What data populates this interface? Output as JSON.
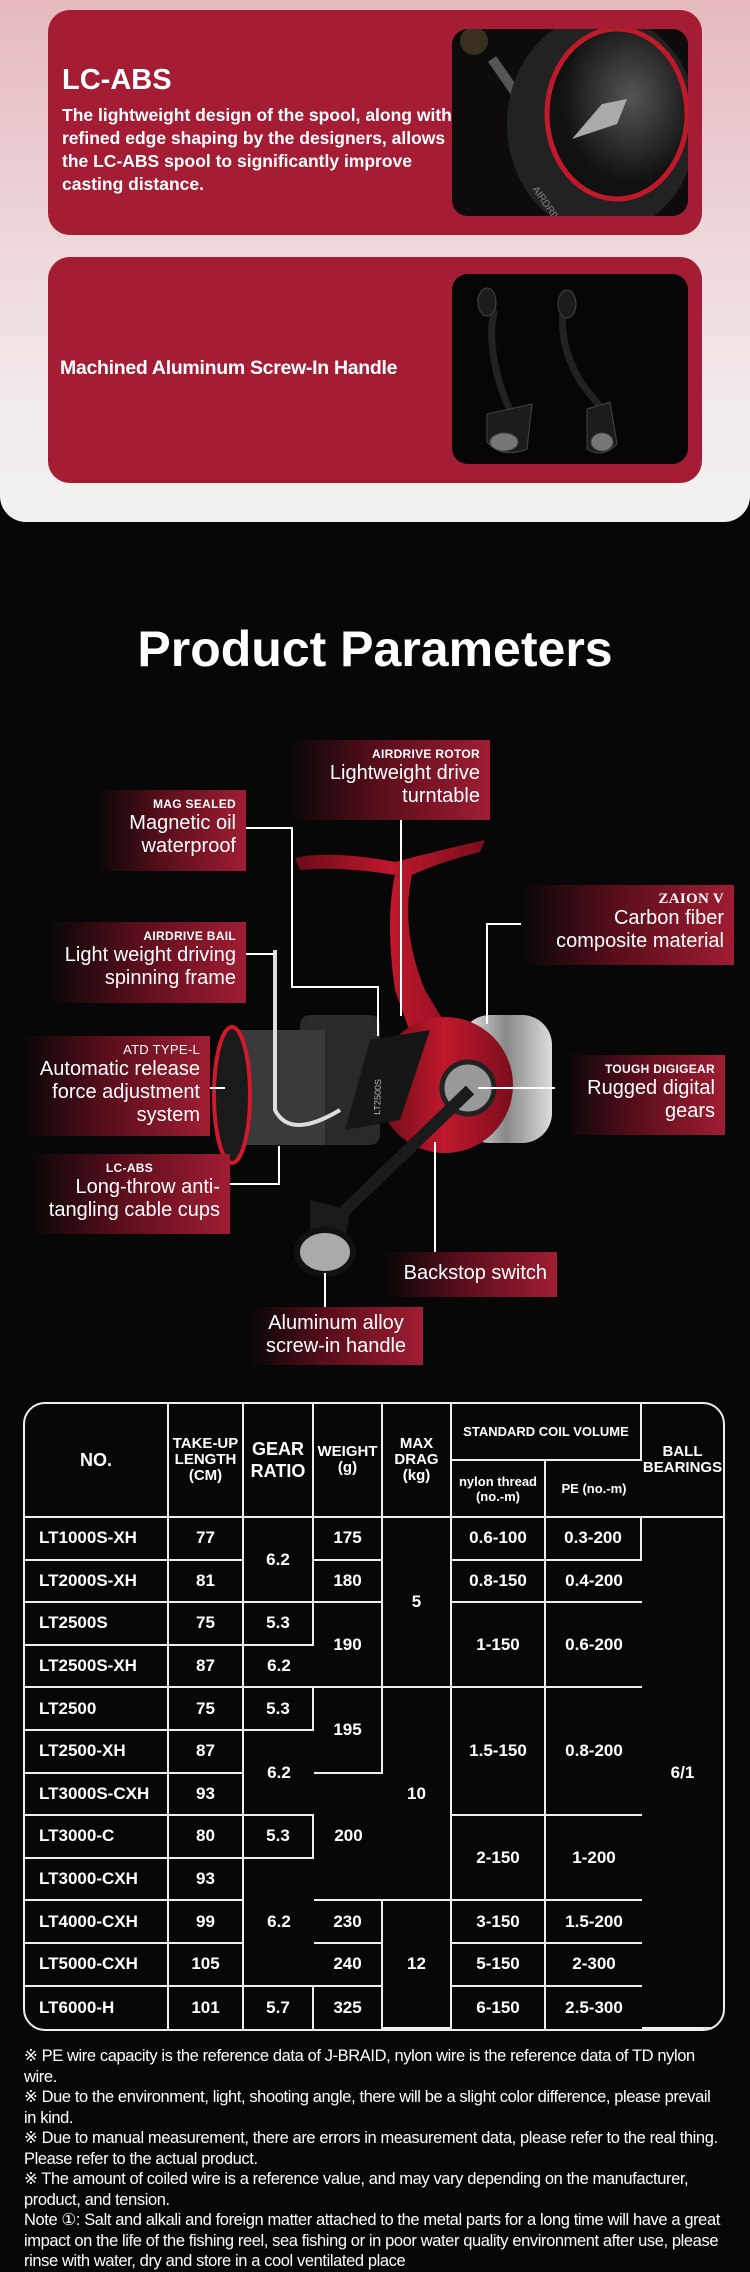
{
  "features": [
    {
      "title": "LC-ABS",
      "description": "The lightweight design of the spool, along with refined edge shaping by the designers, allows the LC-ABS spool to significantly improve casting distance.",
      "image_text": "AIRDRIVE DESIGN"
    },
    {
      "title": "Machined Aluminum Screw-In Handle"
    }
  ],
  "params_title": "Product Parameters",
  "callouts": {
    "rotor": {
      "label": "AIRDRIVE ROTOR",
      "text": "Lightweight drive turntable"
    },
    "mag": {
      "label": "MAG SEALED",
      "text": "Magnetic oil waterproof"
    },
    "zaion": {
      "label": "ZAION V",
      "text": "Carbon fiber composite material"
    },
    "bail": {
      "label": "AIRDRIVE BAIL",
      "text": "Light weight driving spinning frame"
    },
    "atd": {
      "label": "ATD TYPE-L",
      "text": "Automatic release force adjustment system"
    },
    "digigear": {
      "label": "TOUGH DIGIGEAR",
      "text": "Rugged digital gears"
    },
    "lcabs": {
      "label": "LC-ABS",
      "text": "Long-throw anti-tangling cable cups"
    },
    "backstop": {
      "text": "Backstop switch"
    },
    "handle": {
      "text": "Aluminum alloy screw-in handle"
    }
  },
  "reel_model_text": "LT2500S",
  "table": {
    "headers": {
      "no": "NO.",
      "takeup": "TAKE-UP LENGTH (CM)",
      "gear": "GEAR RATIO",
      "weight": "WEIGHT (g)",
      "drag": "MAX DRAG (kg)",
      "coil": "STANDARD COIL VOLUME",
      "nylon": "nylon thread (no.-m)",
      "pe": "PE (no.-m)",
      "ball": "BALL BEARINGS"
    },
    "models": [
      "LT1000S-XH",
      "LT2000S-XH",
      "LT2500S",
      "LT2500S-XH",
      "LT2500",
      "LT2500-XH",
      "LT3000S-CXH",
      "LT3000-C",
      "LT3000-CXH",
      "LT4000-CXH",
      "LT5000-CXH",
      "LT6000-H"
    ],
    "takeup": [
      "77",
      "81",
      "75",
      "87",
      "75",
      "87",
      "93",
      "80",
      "93",
      "99",
      "105",
      "101"
    ],
    "gear": [
      {
        "v": "6.2",
        "span": 2
      },
      {
        "v": "5.3",
        "span": 1
      },
      {
        "v": "6.2",
        "span": 1
      },
      {
        "v": "5.3",
        "span": 1
      },
      {
        "v": "6.2",
        "span": 2
      },
      {
        "v": "5.3",
        "span": 1
      },
      {
        "v": "6.2",
        "span": 3
      },
      {
        "v": "5.7",
        "span": 1
      }
    ],
    "weight": [
      {
        "v": "175",
        "span": 1
      },
      {
        "v": "180",
        "span": 1
      },
      {
        "v": "190",
        "span": 2
      },
      {
        "v": "195",
        "span": 2
      },
      {
        "v": "200",
        "span": 3
      },
      {
        "v": "230",
        "span": 1
      },
      {
        "v": "240",
        "span": 1
      },
      {
        "v": "325",
        "span": 1
      }
    ],
    "drag": [
      {
        "v": "5",
        "span": 4
      },
      {
        "v": "10",
        "span": 5
      },
      {
        "v": "12",
        "span": 3
      }
    ],
    "nylon": [
      {
        "v": "0.6-100",
        "span": 1
      },
      {
        "v": "0.8-150",
        "span": 1
      },
      {
        "v": "1-150",
        "span": 2
      },
      {
        "v": "1.5-150",
        "span": 3
      },
      {
        "v": "2-150",
        "span": 2
      },
      {
        "v": "3-150",
        "span": 1
      },
      {
        "v": "5-150",
        "span": 1
      },
      {
        "v": "6-150",
        "span": 1
      }
    ],
    "pe": [
      {
        "v": "0.3-200",
        "span": 1
      },
      {
        "v": "0.4-200",
        "span": 1
      },
      {
        "v": "0.6-200",
        "span": 2
      },
      {
        "v": "0.8-200",
        "span": 3
      },
      {
        "v": "1-200",
        "span": 2
      },
      {
        "v": "1.5-200",
        "span": 1
      },
      {
        "v": "2-300",
        "span": 1
      },
      {
        "v": "2.5-300",
        "span": 1
      }
    ],
    "ball": [
      {
        "v": "6/1",
        "span": 12
      }
    ]
  },
  "notes": [
    "※ PE wire capacity is the reference data of J-BRAID, nylon wire is the reference data of TD nylon wire.",
    "※ Due to the environment, light, shooting angle, there will be a slight color difference, please prevail in kind.",
    "※ Due to manual measurement, there are errors in measurement data, please refer to the real thing. Please refer to the actual product.",
    "※ The amount of coiled wire is a reference value, and may vary depending on the manufacturer, product, and tension.",
    "Note ①: Salt and alkali and foreign matter attached to the metal parts for a long time will have a great impact on the life of the fishing reel, sea fishing or in poor water quality environment after use, please rinse with water, dry and store in a cool ventilated place"
  ]
}
